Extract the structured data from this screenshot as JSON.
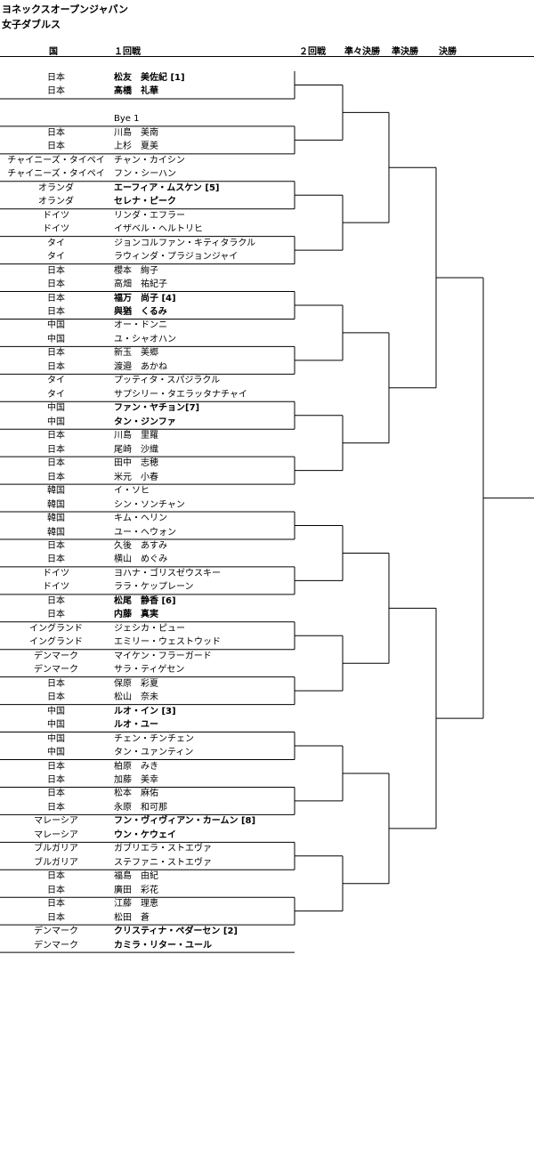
{
  "title": "ヨネックスオープンジャパン",
  "subtitle": "女子ダブルス",
  "headers": {
    "country": "国",
    "round1": "１回戦",
    "round2": "２回戦",
    "qf": "準々決勝",
    "sf": "準決勝",
    "final": "決勝"
  },
  "pairs": [
    {
      "rows": [
        {
          "country": "日本",
          "player": "松友　美佐紀 [1]"
        },
        {
          "country": "日本",
          "player": "髙橋　礼華"
        }
      ],
      "seed": true
    },
    {
      "rows": [
        {
          "country": "",
          "player": ""
        },
        {
          "country": "",
          "player": "Bye 1"
        }
      ],
      "seed": false
    },
    {
      "rows": [
        {
          "country": "日本",
          "player": "川島　美南"
        },
        {
          "country": "日本",
          "player": "上杉　夏美"
        }
      ],
      "seed": false
    },
    {
      "rows": [
        {
          "country": "チャイニーズ・タイペイ",
          "player": "チャン・カイシン"
        },
        {
          "country": "チャイニーズ・タイペイ",
          "player": "フン・シーハン"
        }
      ],
      "seed": false
    },
    {
      "rows": [
        {
          "country": "オランダ",
          "player": "エーフィア・ムスケン [5]"
        },
        {
          "country": "オランダ",
          "player": "セレナ・ピーク"
        }
      ],
      "seed": true
    },
    {
      "rows": [
        {
          "country": "ドイツ",
          "player": "リンダ・エフラー"
        },
        {
          "country": "ドイツ",
          "player": "イザベル・ヘルトリヒ"
        }
      ],
      "seed": false
    },
    {
      "rows": [
        {
          "country": "タイ",
          "player": "ジョンコルファン・キティタラクル"
        },
        {
          "country": "タイ",
          "player": "ラウィンダ・プラジョンジャイ"
        }
      ],
      "seed": false
    },
    {
      "rows": [
        {
          "country": "日本",
          "player": "櫻本　絢子"
        },
        {
          "country": "日本",
          "player": "高畑　祐紀子"
        }
      ],
      "seed": false
    },
    {
      "rows": [
        {
          "country": "日本",
          "player": "福万　尚子 [4]"
        },
        {
          "country": "日本",
          "player": "與猶　くるみ"
        }
      ],
      "seed": true
    },
    {
      "rows": [
        {
          "country": "中国",
          "player": "オー・ドンニ"
        },
        {
          "country": "中国",
          "player": "ユ・シャオハン"
        }
      ],
      "seed": false
    },
    {
      "rows": [
        {
          "country": "日本",
          "player": "新玉　美郷"
        },
        {
          "country": "日本",
          "player": "渡邉　あかね"
        }
      ],
      "seed": false
    },
    {
      "rows": [
        {
          "country": "タイ",
          "player": "プッティタ・スパジラクル"
        },
        {
          "country": "タイ",
          "player": "サプシリー・タエラッタナチャイ"
        }
      ],
      "seed": false
    },
    {
      "rows": [
        {
          "country": "中国",
          "player": "ファン・ヤチョン[7]"
        },
        {
          "country": "中国",
          "player": "タン・ジンファ"
        }
      ],
      "seed": true
    },
    {
      "rows": [
        {
          "country": "日本",
          "player": "川島　里羅"
        },
        {
          "country": "日本",
          "player": "尾崎　沙織"
        }
      ],
      "seed": false
    },
    {
      "rows": [
        {
          "country": "日本",
          "player": "田中　志穂"
        },
        {
          "country": "日本",
          "player": "米元　小春"
        }
      ],
      "seed": false
    },
    {
      "rows": [
        {
          "country": "韓国",
          "player": "イ・ソヒ"
        },
        {
          "country": "韓国",
          "player": "シン・ソンチャン"
        }
      ],
      "seed": false
    },
    {
      "rows": [
        {
          "country": "韓国",
          "player": "キム・ヘリン"
        },
        {
          "country": "韓国",
          "player": "ユー・ヘウォン"
        }
      ],
      "seed": false
    },
    {
      "rows": [
        {
          "country": "日本",
          "player": "久後　あすみ"
        },
        {
          "country": "日本",
          "player": "横山　めぐみ"
        }
      ],
      "seed": false
    },
    {
      "rows": [
        {
          "country": "ドイツ",
          "player": "ヨハナ・ゴリスゼウスキー"
        },
        {
          "country": "ドイツ",
          "player": "ララ・ケップレーン"
        }
      ],
      "seed": false
    },
    {
      "rows": [
        {
          "country": "日本",
          "player": "松尾　静香 [6]"
        },
        {
          "country": "日本",
          "player": "内藤　真実"
        }
      ],
      "seed": true
    },
    {
      "rows": [
        {
          "country": "イングランド",
          "player": "ジェシカ・ピュー"
        },
        {
          "country": "イングランド",
          "player": "エミリー・ウェストウッド"
        }
      ],
      "seed": false
    },
    {
      "rows": [
        {
          "country": "デンマーク",
          "player": "マイケン・フラーガード"
        },
        {
          "country": "デンマーク",
          "player": "サラ・ティゲセン"
        }
      ],
      "seed": false
    },
    {
      "rows": [
        {
          "country": "日本",
          "player": "保原　彩夏"
        },
        {
          "country": "日本",
          "player": "松山　奈未"
        }
      ],
      "seed": false
    },
    {
      "rows": [
        {
          "country": "中国",
          "player": "ルオ・イン [3]"
        },
        {
          "country": "中国",
          "player": "ルオ・ユー"
        }
      ],
      "seed": true
    },
    {
      "rows": [
        {
          "country": "中国",
          "player": "チェン・チンチェン"
        },
        {
          "country": "中国",
          "player": "タン・ユァンティン"
        }
      ],
      "seed": false
    },
    {
      "rows": [
        {
          "country": "日本",
          "player": "柏原　みき"
        },
        {
          "country": "日本",
          "player": "加藤　美幸"
        }
      ],
      "seed": false
    },
    {
      "rows": [
        {
          "country": "日本",
          "player": "松本　麻佑"
        },
        {
          "country": "日本",
          "player": "永原　和可那"
        }
      ],
      "seed": false
    },
    {
      "rows": [
        {
          "country": "マレーシア",
          "player": "フン・ヴィヴィアン・カームン [8]"
        },
        {
          "country": "マレーシア",
          "player": "ウン・ケウェイ"
        }
      ],
      "seed": true
    },
    {
      "rows": [
        {
          "country": "ブルガリア",
          "player": "ガブリエラ・ストエヴァ"
        },
        {
          "country": "ブルガリア",
          "player": "ステファニ・ストエヴァ"
        }
      ],
      "seed": false
    },
    {
      "rows": [
        {
          "country": "日本",
          "player": "福島　由紀"
        },
        {
          "country": "日本",
          "player": "廣田　彩花"
        }
      ],
      "seed": false
    },
    {
      "rows": [
        {
          "country": "日本",
          "player": "江藤　理恵"
        },
        {
          "country": "日本",
          "player": "松田　蒼"
        }
      ],
      "seed": false
    },
    {
      "rows": [
        {
          "country": "デンマーク",
          "player": "クリスティナ・ペダーセン [2]"
        },
        {
          "country": "デンマーク",
          "player": "カミラ・リター・ユール"
        }
      ],
      "seed": true
    }
  ],
  "colors": {
    "line": "#000000",
    "text": "#000000",
    "background": "#ffffff"
  }
}
